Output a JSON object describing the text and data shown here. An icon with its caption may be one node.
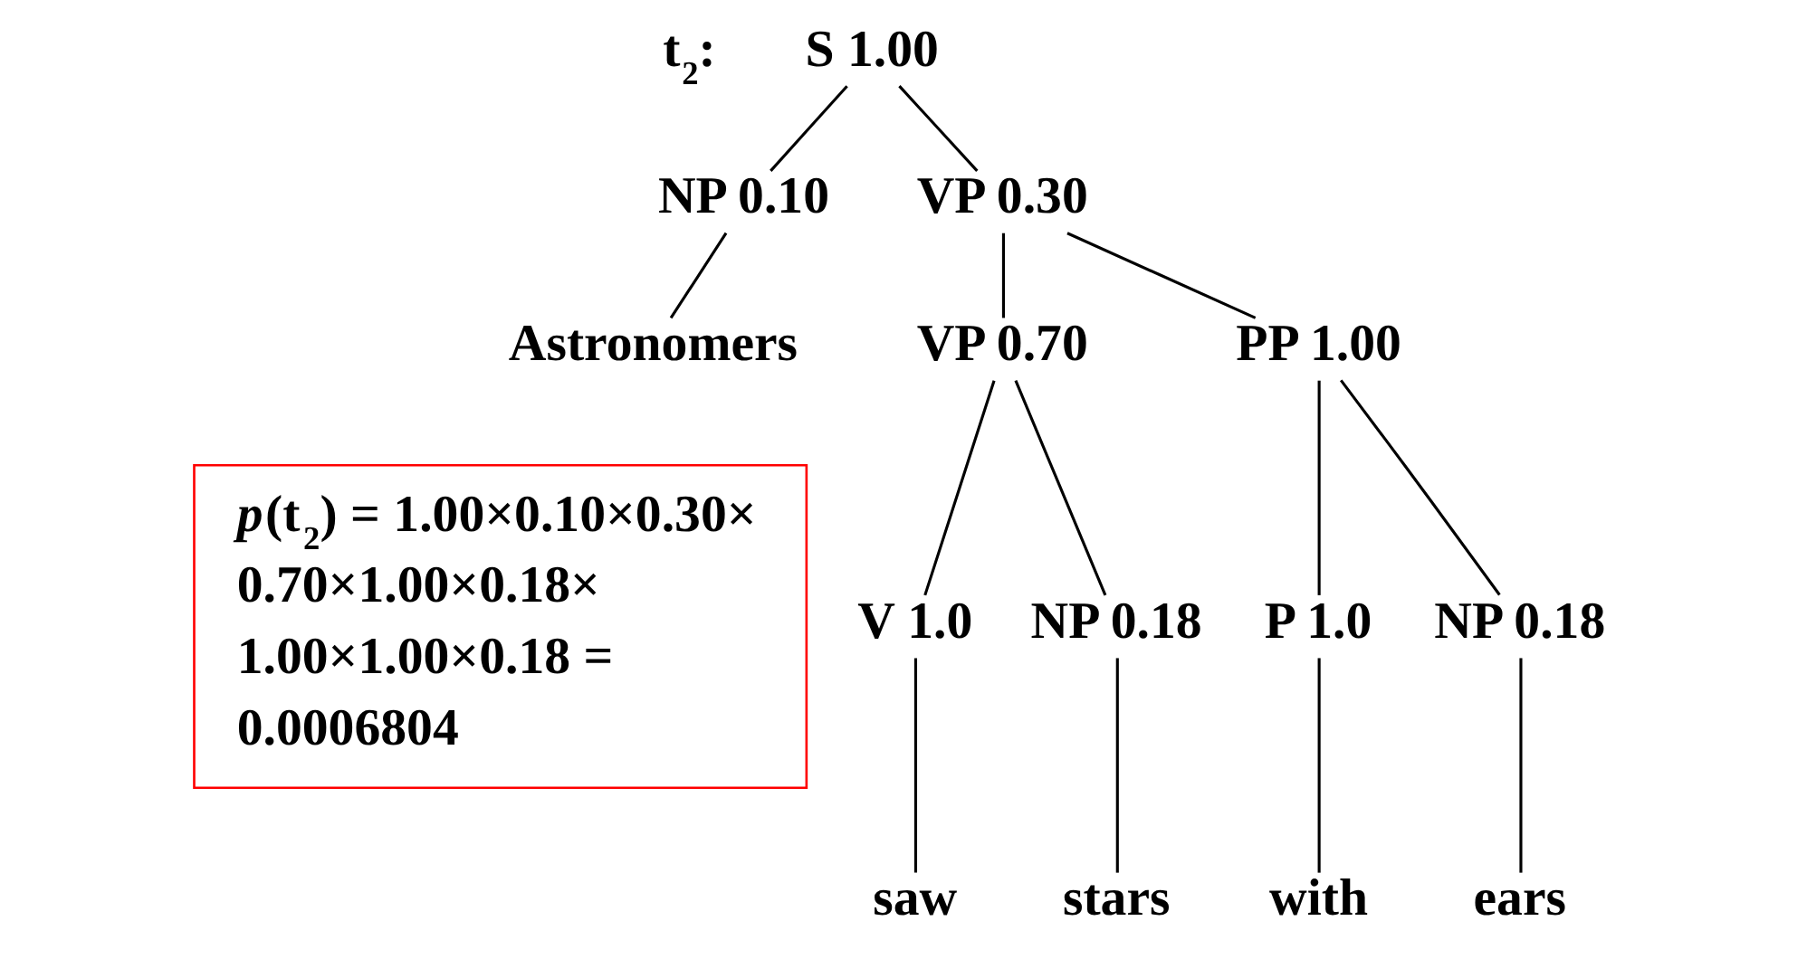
{
  "diagram": {
    "nodes": [
      {
        "text": [
          "S 1.00"
        ]
      },
      {
        "text": [
          "NP 0.10"
        ]
      },
      {
        "text": [
          "VP 0.30"
        ]
      },
      {
        "text": [
          "Astronomers"
        ]
      },
      {
        "text": [
          "VP 0.70"
        ]
      },
      {
        "text": [
          "PP 1.00"
        ]
      },
      {
        "text": [
          "V 1.0"
        ]
      },
      {
        "text": [
          "NP 0.18"
        ]
      },
      {
        "text": [
          "P 1.0"
        ]
      },
      {
        "text": [
          "NP 0.18"
        ]
      },
      {
        "text": [
          "saw"
        ]
      },
      {
        "text": [
          "stars"
        ]
      },
      {
        "text": [
          "with"
        ]
      },
      {
        "text": [
          "ears"
        ]
      },
      {
        "text": [
          "*p*(t$_{2}$) = 1.00×0.10×0.30× 0.70×1.00×0.18× 1.00×1.00×0.18 = 0.0006804"
        ]
      }
    ],
    "edges": [
      {
        "from": 0,
        "to": 1,
        "arrow": "none"
      },
      {
        "from": 0,
        "to": 2,
        "arrow": "none"
      },
      {
        "from": 1,
        "to": 3,
        "arrow": "none"
      },
      {
        "from": 2,
        "to": 4,
        "arrow": "none"
      },
      {
        "from": 2,
        "to": 5,
        "arrow": "none"
      },
      {
        "from": 4,
        "to": 6,
        "arrow": "none"
      },
      {
        "from": 4,
        "to": 7,
        "arrow": "none"
      },
      {
        "from": 5,
        "to": 8,
        "arrow": "none"
      },
      {
        "from": 5,
        "to": 9,
        "arrow": "none"
      },
      {
        "from": 6,
        "to": 10,
        "arrow": "none"
      },
      {
        "from": 7,
        "to": 11,
        "arrow": "none"
      },
      {
        "from": 8,
        "to": 12,
        "arrow": "none"
      },
      {
        "from": 9,
        "to": 13,
        "arrow": "none"
      }
    ],
    "labels": [
      "t$_{2}$:"
    ]
  }
}
